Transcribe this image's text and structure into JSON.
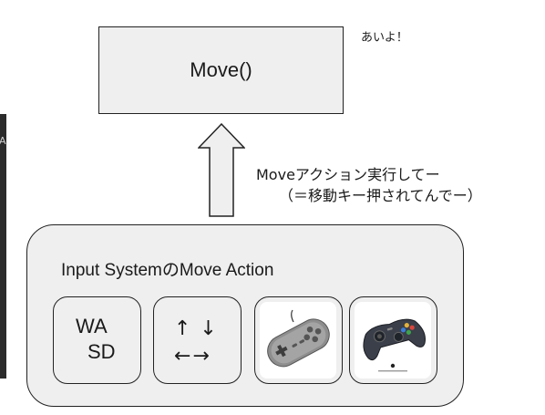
{
  "diagram": {
    "move_box": {
      "label": "Move()"
    },
    "note": "あいよ！",
    "caption": {
      "line1": "Moveアクション実行してー",
      "line2": "（＝移動キー押されてんでー）"
    },
    "input_system": {
      "title": "Input SystemのMove Action",
      "wasd": {
        "line1": "WA",
        "line2": "SD"
      },
      "arrow_keys": {
        "line1": "↑↓",
        "line2": "←→"
      },
      "gamepad_classic": {
        "icon": "snes-controller-icon"
      },
      "gamepad_modern": {
        "icon": "gamepad-icon"
      }
    },
    "left_strip_text": "A"
  },
  "colors": {
    "box_fill": "#efefef",
    "stroke": "#222222",
    "text": "#1a1a1a"
  }
}
